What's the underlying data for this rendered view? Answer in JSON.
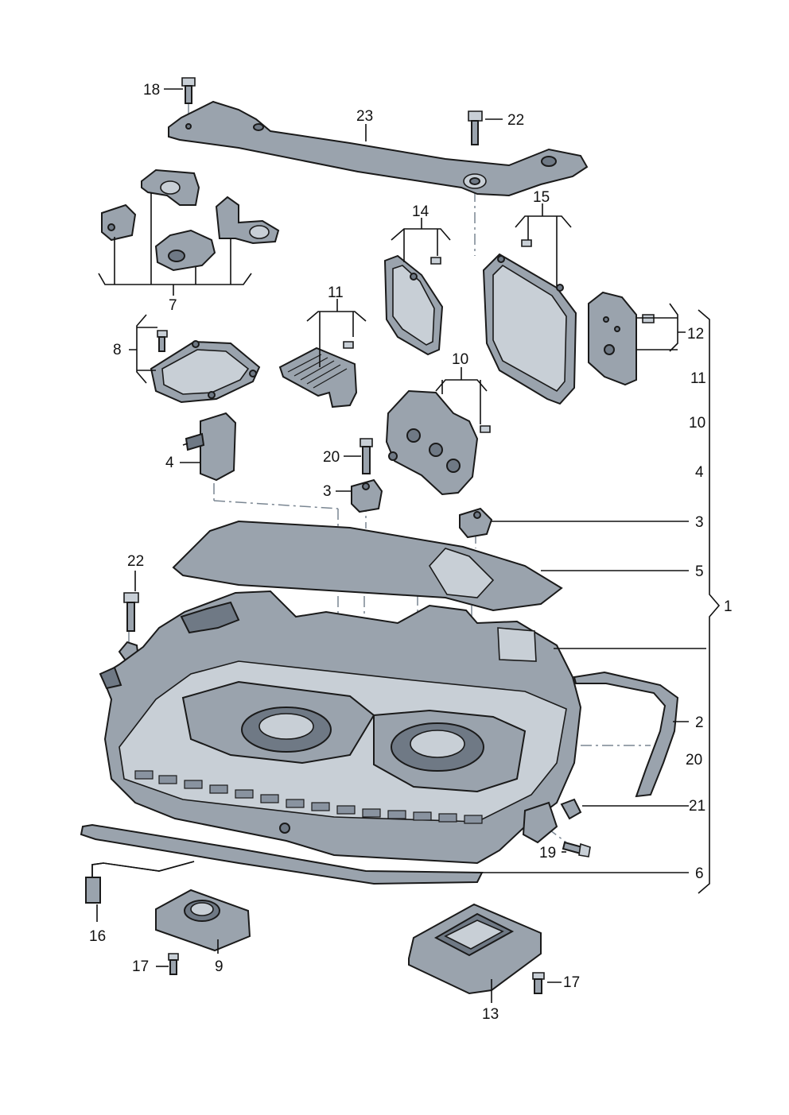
{
  "diagram": {
    "labels": {
      "l1": "1",
      "l2": "2",
      "l3a": "3",
      "l3b": "3",
      "l4a": "4",
      "l4b": "4",
      "l5": "5",
      "l6": "6",
      "l7": "7",
      "l8": "8",
      "l9": "9",
      "l10a": "10",
      "l10b": "10",
      "l11a": "11",
      "l11b": "11",
      "l12": "12",
      "l13": "13",
      "l14": "14",
      "l15": "15",
      "l16": "16",
      "l17a": "17",
      "l17b": "17",
      "l18": "18",
      "l19": "19",
      "l20a": "20",
      "l20b": "20",
      "l21": "21",
      "l22a": "22",
      "l22b": "22",
      "l23": "23"
    }
  }
}
